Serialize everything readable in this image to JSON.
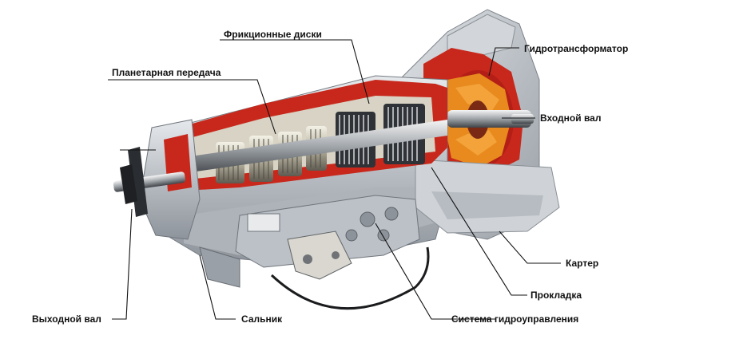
{
  "labels": {
    "friction_discs": "Фрикционные диски",
    "planetary_gear": "Планетарная передача",
    "torque_converter": "Гидротрансформатор",
    "input_shaft": "Входной вал",
    "housing": "Картер",
    "gasket": "Прокладка",
    "hydraulic_system": "Система гидроуправления",
    "oil_seal": "Сальник",
    "output_shaft": "Выходной вал"
  },
  "colors": {
    "cutaway_red": "#c8281c",
    "housing_gray": "#c9cdd2",
    "converter_orange": "#e88a1e",
    "leader_line": "#111111"
  }
}
